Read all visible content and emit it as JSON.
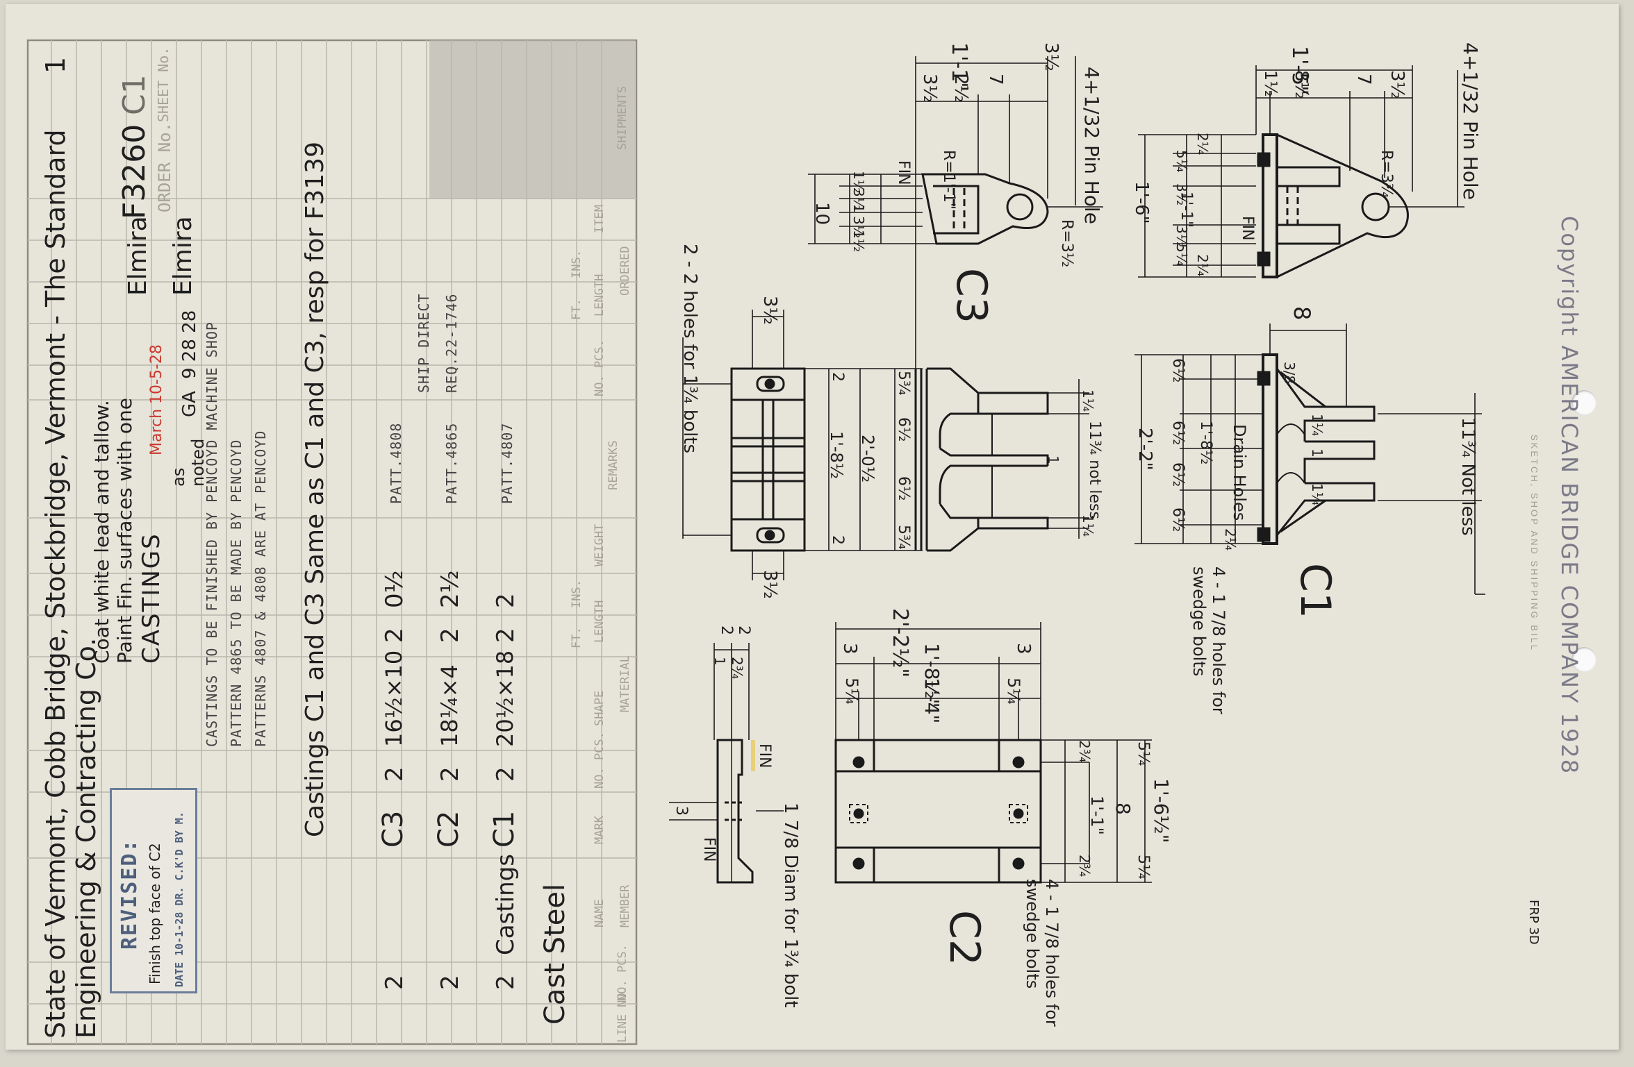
{
  "sheet": {
    "header_rows": [
      "LINE NO.",
      "NO. PCS.",
      "MEMBER",
      "NAME",
      "MARK",
      "MATERIAL",
      "NO. PCS.",
      "SHAPE",
      "LENGTH",
      "FT.",
      "INS.",
      "WEIGHT",
      "REMARKS",
      "ORDERED",
      "NO. PCS.",
      "LENGTH",
      "FT.",
      "INS.",
      "ITEM",
      "SHIPMENTS"
    ],
    "material_heading": "Cast Steel",
    "rows": [
      {
        "pcs": "2",
        "name": "Castings",
        "mark": "C1",
        "no": "2",
        "shape": "20½×18",
        "ft": "2",
        "ins": "2",
        "remarks": "PATT.4807",
        "ordered": ""
      },
      {
        "pcs": "2",
        "name": "",
        "mark": "C2",
        "no": "2",
        "shape": "18¼×4",
        "ft": "2",
        "ins": "2½",
        "remarks": "PATT.4865",
        "ordered": "REQ.22-1746"
      },
      {
        "pcs": "2",
        "name": "",
        "mark": "C3",
        "no": "2",
        "shape": "16½×10",
        "ft": "2",
        "ins": "0½",
        "remarks": "PATT.4808",
        "ordered": "SHIP DIRECT"
      }
    ],
    "note_castings": "Castings C1 and C3 Same as C1 and C3, resp for F3139",
    "patterns_note": [
      "PATTERNS 4807 & 4808 ARE AT PENCOYD",
      "PATTERN 4865 TO BE MADE BY PENCOYD",
      "CASTINGS TO BE FINISHED BY PENCOYD MACHINE SHOP"
    ],
    "title": "CASTINGS",
    "paint_note": [
      "Paint Fin. surfaces with one",
      "Coat white lead and tallow."
    ],
    "scale_label": "as noted",
    "drawn_by": "GA",
    "date": "9 28 28",
    "revised_date": "March 10-5-28",
    "shop": "Elmira",
    "location": "Elmira",
    "order_no": "F3260",
    "order_label": "ORDER No.",
    "sheet_no": "C1",
    "sheet_label": "SHEET No.",
    "project": "State of Vermont, Cobb Bridge, Stockbridge, Vermont - The Standard Engineering & Contracting Co.",
    "corner_mark": "1",
    "revised_stamp": {
      "title": "REVISED:",
      "line": "Finish top face of C2",
      "footer": "DATE 10-1-28 DR. C.K'D BY M."
    }
  },
  "drawing": {
    "copyright": "Copyright AMERICAN BRIDGE COMPANY 1928",
    "copyright_small": "SKETCH, SHOP AND SHIPPING BILL",
    "frp": "FRP 3D",
    "c1": {
      "label": "C1",
      "top_dims": [
        "1'-5\"",
        "1½",
        "8½",
        "7",
        "3½"
      ],
      "pin_hole": "4+1/32 Pin Hole",
      "radius": "R=3¾",
      "left_dims": [
        "1'-6\"",
        "2¼",
        "5¼",
        "3½",
        "1'-1\"",
        "3½",
        "5¼",
        "2¼"
      ],
      "fin": "FIN",
      "width": "8",
      "side_dims": [
        "2'-2\"",
        "6½",
        "6½",
        "1'-8½",
        "6½",
        "6½",
        "2¼"
      ],
      "drain": "Drain Holes",
      "rib_dims": [
        "3/8",
        "1¼",
        "1",
        "1¼"
      ],
      "not_less": "11¾ Not less",
      "holes": "4 - 1 7/8 holes for swedge bolts"
    },
    "c3": {
      "label": "C3",
      "top_dims": [
        "1'-1\"",
        "3½",
        "3½",
        "2½",
        "7"
      ],
      "pin_hole": "4+1/32 Pin Hole",
      "radius": "R=1'-1\"",
      "radius2": "R=3½",
      "left_dims": [
        "10",
        "1½",
        "3½",
        "1",
        "3½",
        "1½"
      ],
      "fin": "FIN",
      "holes": "2 - 2 holes for 1¾ bolts",
      "plan_dims": [
        "3½",
        "2",
        "1'-8½",
        "2",
        "3½"
      ],
      "side_dims": [
        "5¾",
        "6½",
        "2'-0½",
        "6½",
        "5¾",
        "1¼",
        "11¾ not less",
        "1",
        "1¼"
      ]
    },
    "c2": {
      "label": "C2",
      "top_dims": [
        "2'-2½\"",
        "3",
        "1'-8½\"",
        "3",
        "5¼",
        "1'-4\"",
        "5¼"
      ],
      "right_dims": [
        "1'-6½\"",
        "2¾",
        "5¼",
        "1'-1\"",
        "8",
        "2¾",
        "5¼"
      ],
      "holes": "4 - 1 7/8 holes for swedge bolts",
      "section_dims": [
        "2",
        "2",
        "1",
        "2¾",
        "3"
      ],
      "fin": "FIN",
      "bolt": "1 7/8 Diam for 1¾ bolt"
    }
  }
}
